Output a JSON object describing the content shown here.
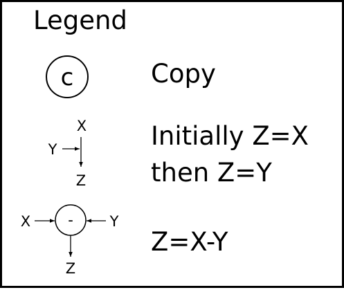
{
  "legend": {
    "title": "Legend",
    "copy": {
      "symbol_letter": "c",
      "description": "Copy"
    },
    "initially": {
      "label_top": "X",
      "label_left": "Y",
      "label_bottom": "Z",
      "description_line1": "Initially Z=X",
      "description_line2": "then Z=Y"
    },
    "subtract": {
      "label_left": "X",
      "label_right": "Y",
      "label_bottom": "Z",
      "operator": "-",
      "description": "Z=X-Y"
    }
  },
  "colors": {
    "stroke": "#000000",
    "background": "#ffffff"
  }
}
